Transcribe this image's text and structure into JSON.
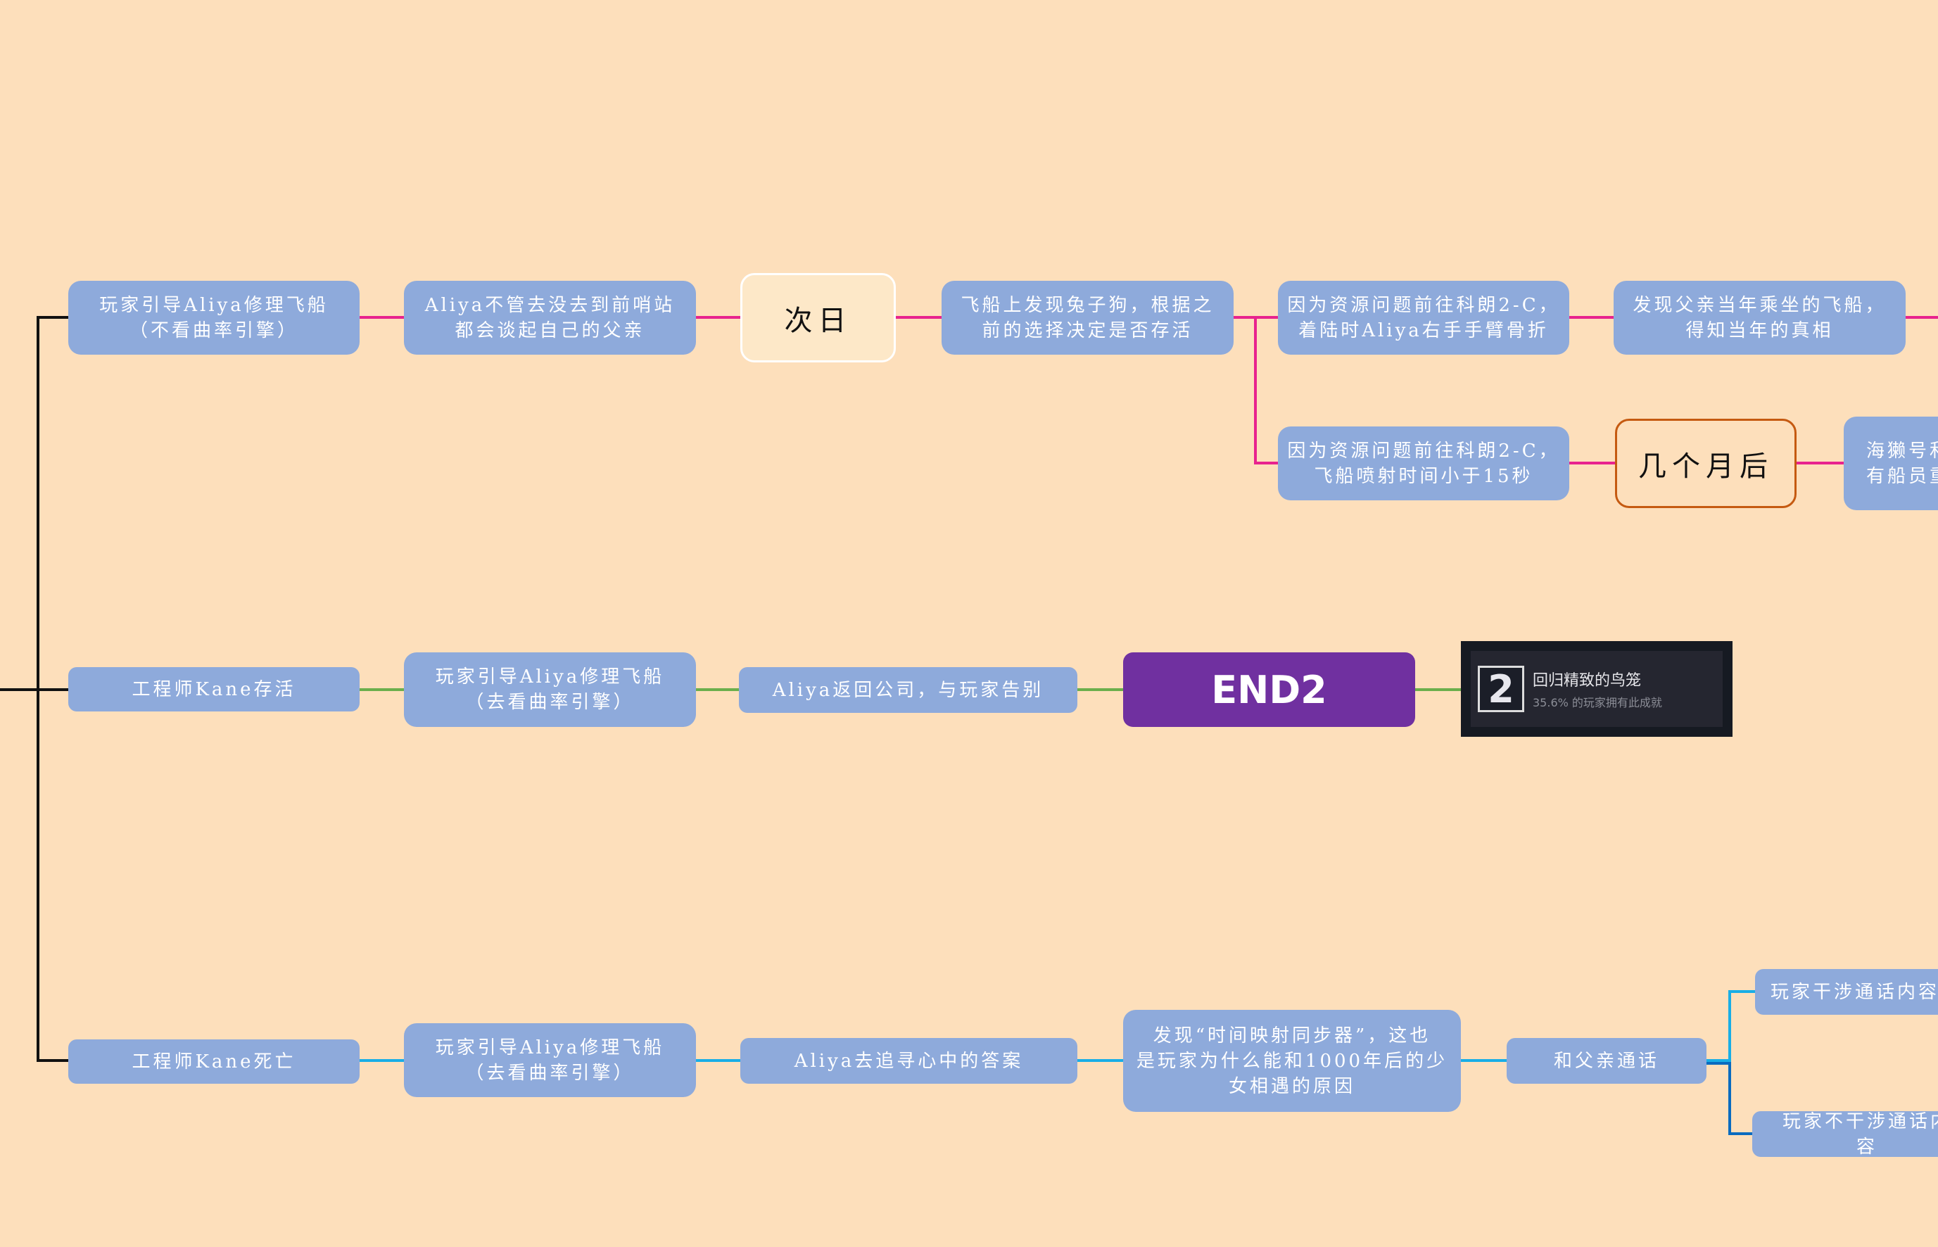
{
  "colors": {
    "background": "#fddfbb",
    "node": "#8eaadb",
    "branch_top": "#e8238e",
    "branch_mid": "#6aae4c",
    "branch_bottom": "#19aee6",
    "end": "#7030a0"
  },
  "top": {
    "n1": "玩家引导Aliya修理飞船\n（不看曲率引擎）",
    "n2": "Aliya不管去没去到前哨站\n都会谈起自己的父亲",
    "time1": "次日",
    "n4": "飞船上发现兔子狗，根据之\n前的选择决定是否存活",
    "n5": "因为资源问题前往科朗2-C，\n着陆时Aliya右手手臂骨折",
    "n6": "发现父亲当年乘坐的飞船，\n得知当年的真相",
    "n7": "因为资源问题前往科朗2-C，\n飞船喷射时间小于15秒",
    "time2": "几个月后",
    "n9": "海獭号和\n有船员重"
  },
  "middle": {
    "n1": "工程师Kane存活",
    "n2": "玩家引导Aliya修理飞船\n（去看曲率引擎）",
    "n3": "Aliya返回公司，与玩家告别",
    "end": "END2",
    "achievement": {
      "number": "2",
      "title": "回归精致的鸟笼",
      "subtitle": "35.6% 的玩家拥有此成就"
    }
  },
  "bottom": {
    "n1": "工程师Kane死亡",
    "n2": "玩家引导Aliya修理飞船\n（去看曲率引擎）",
    "n3": "Aliya去追寻心中的答案",
    "n4": "发现“时间映射同步器”，这也\n是玩家为什么能和1000年后的少\n女相遇的原因",
    "n5": "和父亲通话",
    "n6": "玩家干涉通话内容",
    "n7": "玩家不干涉通话内容"
  }
}
